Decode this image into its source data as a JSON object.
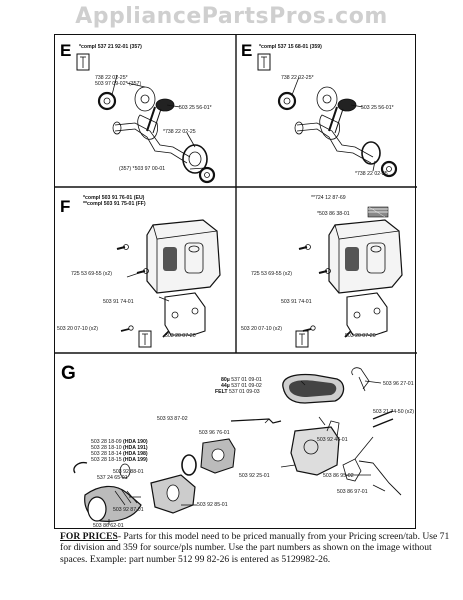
{
  "watermark": "AppliancePartsPros.com",
  "panels": {
    "E_left": {
      "letter": "E",
      "compl": "*compl 537 21 92-01 (357)",
      "labels": [
        "738 22 02-25*",
        "503 97 09-02* (357)",
        "503 25 56-01*",
        "*738 22 02-25",
        "(357) *503 97 00-01"
      ]
    },
    "E_right": {
      "letter": "E",
      "compl": "*compl 537 15 68-01 (359)",
      "labels": [
        "738 22 02-25*",
        "503 25 56-01*",
        "*738 22 02-25"
      ]
    },
    "F_left": {
      "letter": "F",
      "compl1": "*compl 503 91 76-01 (EU)",
      "compl2": "**compl 503 91 75-01 (FF)",
      "labels": [
        "725 53 69-55 (x2)",
        "503 91 74-01",
        "503 20 07-10 (x2)",
        "503 20 07-20"
      ]
    },
    "F_right": {
      "labels": [
        "**724 12 87-69",
        "*503 86 38-01",
        "725 53 69-55 (x2)",
        "503 91 74-01",
        "503 20 07-10 (x2)",
        "503 20 07-20"
      ]
    },
    "G": {
      "letter": "G",
      "filter": [
        {
          "tag": "80µ",
          "num": "537 01 09-01"
        },
        {
          "tag": "44µ",
          "num": "537 01 09-02"
        },
        {
          "tag": "FELT",
          "num": "537 01 09-03"
        }
      ],
      "labels": [
        "503 96 27-01",
        "503 21 74-50 (x2)",
        "503 93 87-02",
        "503 96 76-01",
        "503 92 46-01",
        "503 92 88-01",
        "537 24 65-01",
        "503 92 25-01",
        "503 86 95-02",
        "503 92 85-01",
        "503 86 97-01",
        "503 92 87-01",
        "503 86 62-01"
      ],
      "carbs": [
        {
          "num": "503 28 18-09",
          "model": "(HDA 190)"
        },
        {
          "num": "503 28 18-10",
          "model": "(HDA 191)"
        },
        {
          "num": "503 28 18-14",
          "model": "(HDA 198)"
        },
        {
          "num": "503 28 18-15",
          "model": "(HDA 199)"
        }
      ]
    }
  },
  "note": {
    "heading": "FOR PRICES",
    "text": "- Parts for this model need to be priced manually from your Pricing screen/tab. Use 71 for division and 359 for source/pls number.  Use the part numbers as shown on the image without spaces.  Example: part number 512 99 82-26 is entered as 5129982-26."
  }
}
